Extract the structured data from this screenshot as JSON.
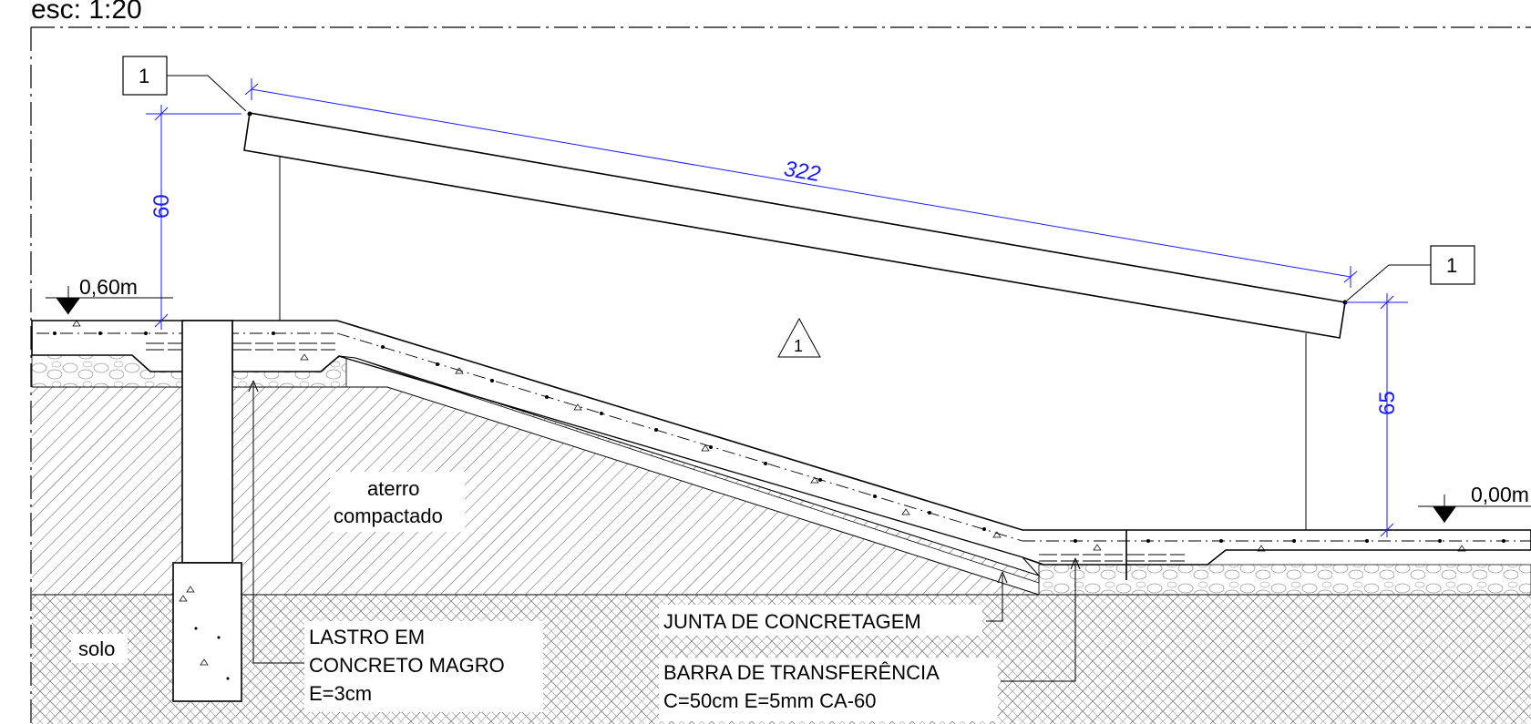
{
  "title": "esc: 1:20",
  "dimensions": {
    "length": "322",
    "left_height": "60",
    "right_height": "65"
  },
  "levels": {
    "left": "0,60m",
    "right": "0,00m"
  },
  "tags": {
    "left": "1",
    "right": "1",
    "section": "1"
  },
  "fill_label": {
    "line1": "aterro",
    "line2": "compactado"
  },
  "soil_label": "solo",
  "notes": {
    "lastro": {
      "line1": "LASTRO EM",
      "line2": "CONCRETO MAGRO",
      "line3": "E=3cm"
    },
    "junta": "JUNTA DE CONCRETAGEM",
    "barra": {
      "line1": "BARRA DE TRANSFERÊNCIA",
      "line2": "C=50cm E=5mm CA-60"
    }
  },
  "colors": {
    "dimension": "#1a1aff",
    "line": "#000000"
  }
}
